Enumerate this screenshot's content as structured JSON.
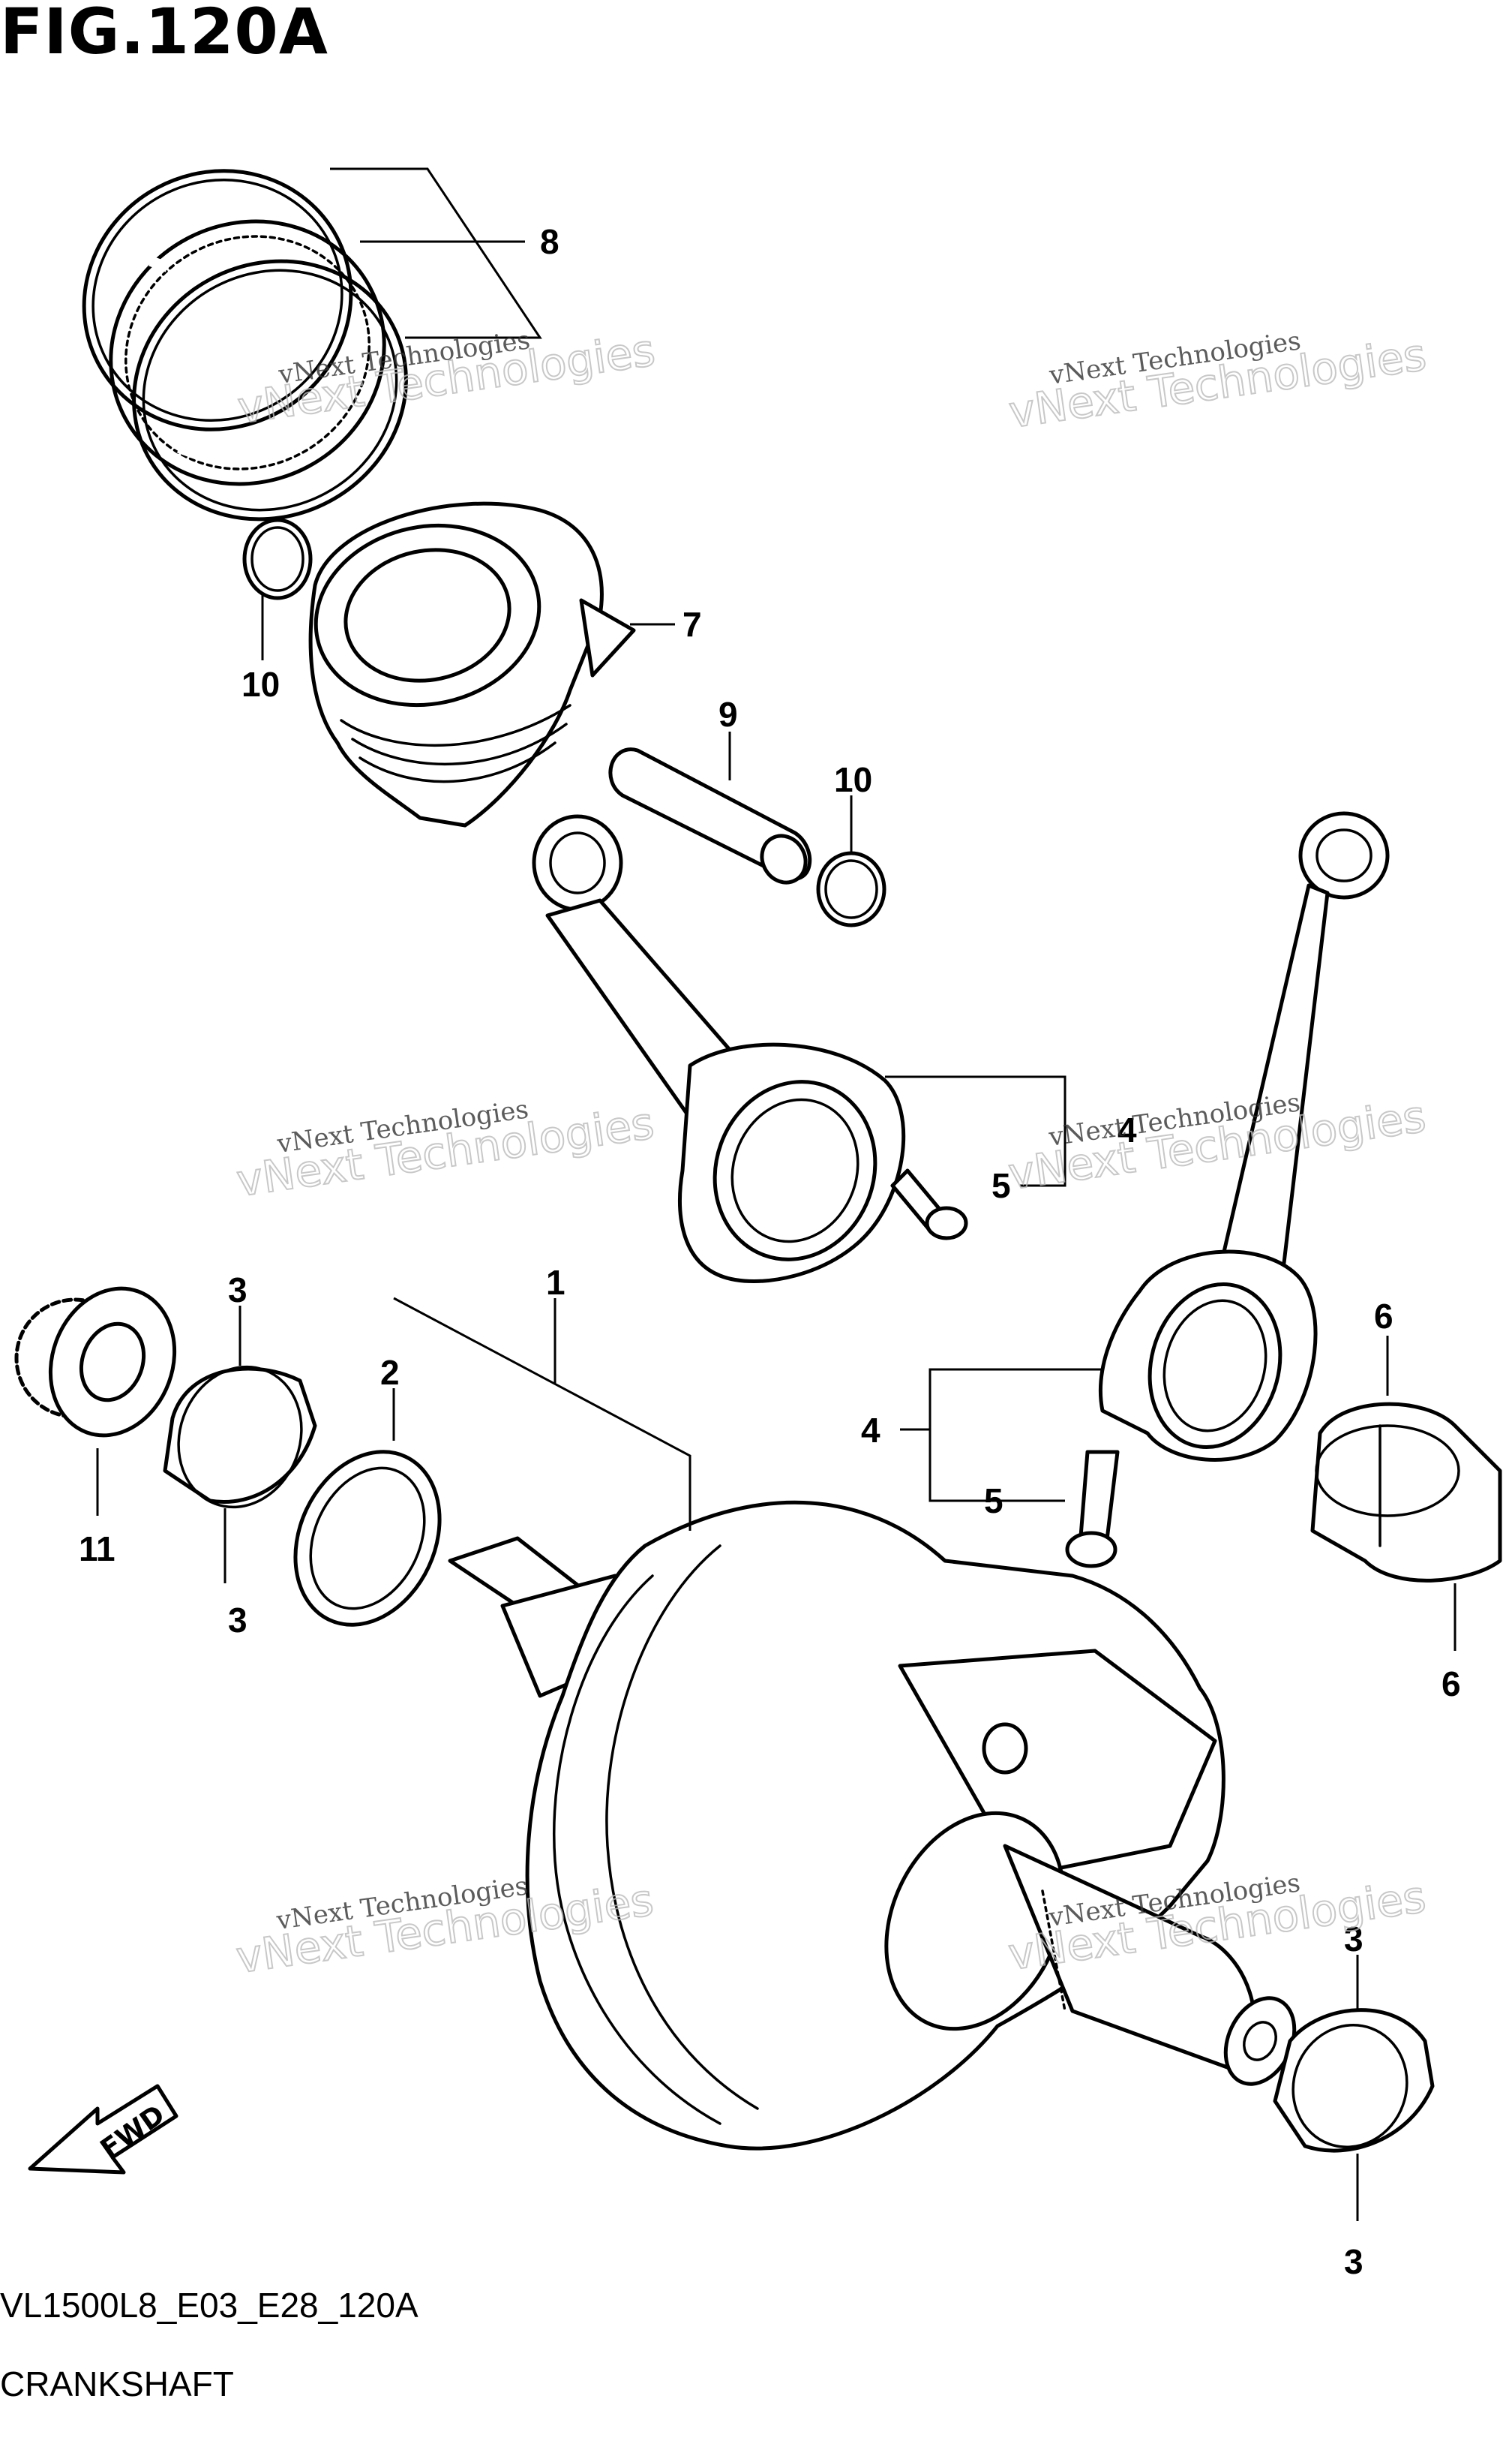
{
  "figure": {
    "title": "FIG.120A",
    "code": "VL1500L8_E03_E28_120A",
    "name": "CRANKSHAFT"
  },
  "watermark": {
    "line1": "vNext Technologies",
    "line2": "vNext Technologies"
  },
  "fwd_label": "FWD",
  "callouts": {
    "c1": "1",
    "c2": "2",
    "c3a": "3",
    "c3b": "3",
    "c3c": "3",
    "c3d": "3",
    "c4a": "4",
    "c4b": "4",
    "c5a": "5",
    "c5b": "5",
    "c6a": "6",
    "c6b": "6",
    "c7": "7",
    "c8": "8",
    "c9": "9",
    "c10a": "10",
    "c10b": "10",
    "c11": "11"
  }
}
